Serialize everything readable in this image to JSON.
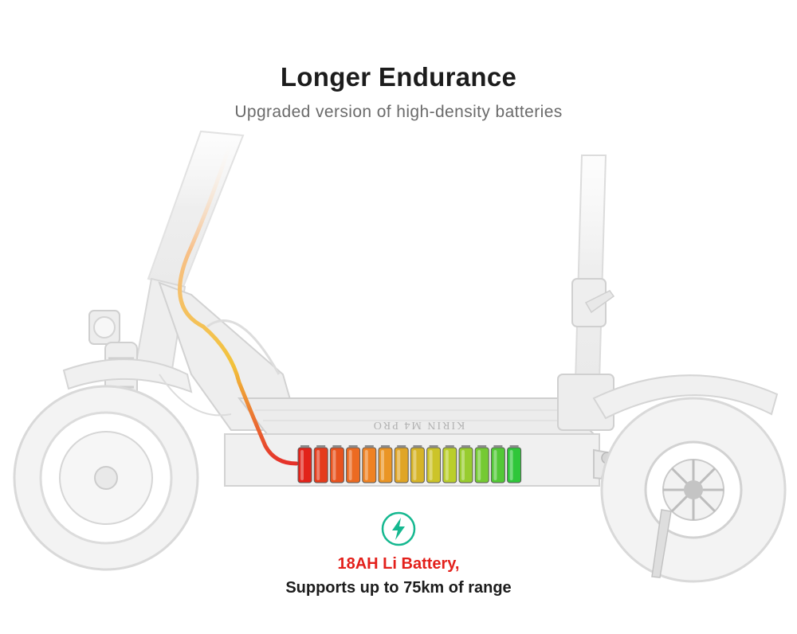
{
  "header": {
    "title": "Longer Endurance",
    "subtitle": "Upgraded version of high-density batteries"
  },
  "product": {
    "deck_label": "KIRIN M4 PRO",
    "body_color": "#eeeeee",
    "outline_color": "#d6d6d6"
  },
  "battery": {
    "cell_count": 14,
    "gradient_colors": [
      "#e2231a",
      "#f08a24",
      "#c6cf2a",
      "#2fc63a"
    ],
    "icon": "charging-bolt-icon",
    "icon_color": "#15b890"
  },
  "feature": {
    "highlight": "18AH Li Battery,",
    "description": "Supports up to 75km of range",
    "highlight_color": "#e3201b"
  }
}
